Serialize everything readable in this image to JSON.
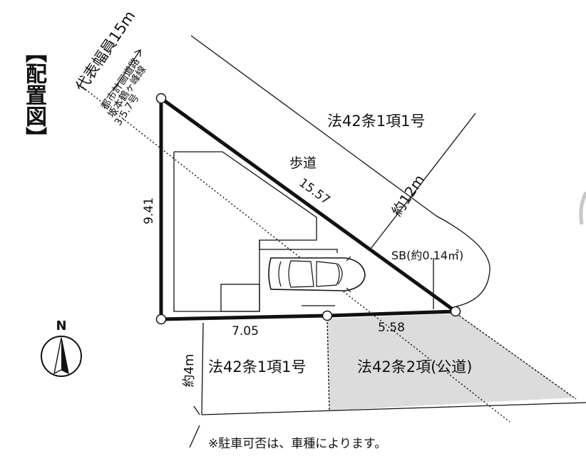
{
  "title": "【配置図】",
  "road_labels": {
    "width_representative": "代表幅員15m",
    "city_plan_line1": "都市計画道路",
    "city_plan_line2": "坂本鶴ヶ峰線",
    "city_plan_line3": "3.5.7号",
    "north_road_class": "法42条1項1号",
    "sidewalk": "歩道",
    "road_width_12": "約12m",
    "south_road_class_left": "法42条1項1号",
    "south_road_class_right": "法42条2項(公道)",
    "road_width_4": "約4m"
  },
  "dimensions": {
    "west_side": "9.41",
    "hypotenuse": "15.57",
    "south_left": "7.05",
    "south_right": "5.58",
    "setback": "SB(約0.14㎡)"
  },
  "compass": {
    "north_label": "N"
  },
  "note": "※駐車可否は、車種によります。",
  "colors": {
    "line": "#111111",
    "road_fill": "#dcdcdc",
    "background": "#ffffff"
  }
}
